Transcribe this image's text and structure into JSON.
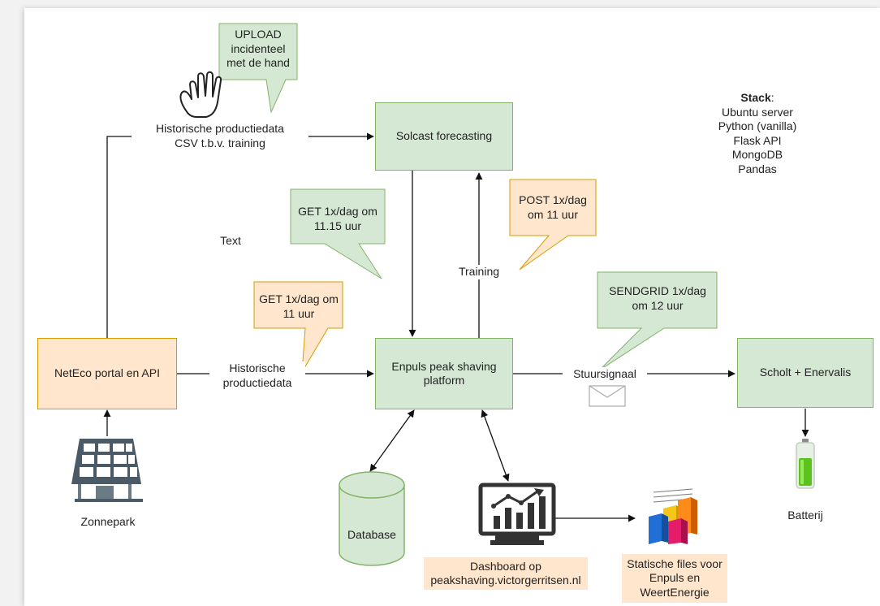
{
  "boxes": {
    "solcast": "Solcast forecasting",
    "enpuls": "Enpuls peak shaving platform",
    "neteco": "NetEco portal en API",
    "scholt": "Scholt + Enervalis"
  },
  "callouts": {
    "upload": "UPLOAD incidenteel met de hand",
    "get_1115": "GET 1x/dag om 11.15 uur",
    "post_11": "POST 1x/dag om 11 uur",
    "get_11": "GET 1x/dag om 11 uur",
    "sendgrid": "SENDGRID 1x/dag om 12 uur"
  },
  "labels": {
    "historische_csv_line1": "Historische productiedata",
    "historische_csv_line2": "CSV t.b.v. training",
    "text": "Text",
    "training": "Training",
    "historische_line1": "Historische",
    "historische_line2": "productiedata",
    "stuursignaal": "Stuursignaal",
    "zonnepark": "Zonnepark",
    "database": "Database",
    "batterij": "Batterij"
  },
  "dashboard_label": "Dashboard op peakshaving.victorgerritsen.nl",
  "static_files_label": "Statische files voor Enpuls en WeertEnergie",
  "stack": {
    "title": "Stack",
    "colon": ":",
    "items": [
      "Ubuntu server",
      "Python (vanilla)",
      "Flask API",
      "MongoDB",
      "Pandas"
    ]
  },
  "icons": [
    "hand-icon",
    "solar-panel-icon",
    "database-icon",
    "dashboard-icon",
    "bar-chart-3d-icon",
    "battery-icon",
    "envelope-icon"
  ],
  "colors": {
    "green_fill": "#d5e8d4",
    "green_stroke": "#82b366",
    "orange_fill": "#ffe6cc",
    "orange_stroke": "#d79b00"
  }
}
